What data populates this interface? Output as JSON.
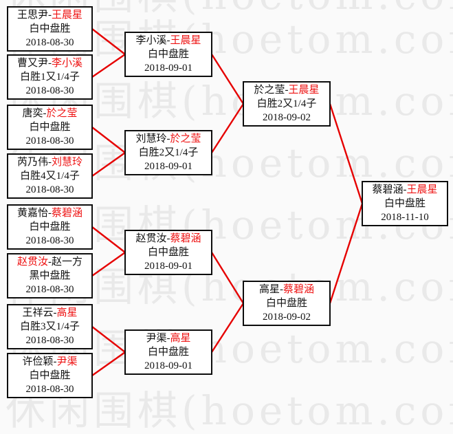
{
  "page": {
    "background_color": "#fafafa"
  },
  "watermark": {
    "text": "休闲围棋(hoetom.com)",
    "color": "#e9e9e9"
  },
  "bracket": {
    "line_color": "#e60000",
    "winner_color": "#ee1111",
    "rounds": [
      {
        "id": "round-1",
        "matches": [
          {
            "id": "r1m1",
            "p1": "王思尹",
            "p2": "王晨星",
            "winner": "p2",
            "result": "白中盘胜",
            "date": "2018-08-30"
          },
          {
            "id": "r1m2",
            "p1": "曹又尹",
            "p2": "李小溪",
            "winner": "p2",
            "result": "白胜1又1/4子",
            "date": "2018-08-30"
          },
          {
            "id": "r1m3",
            "p1": "唐奕",
            "p2": "於之莹",
            "winner": "p2",
            "result": "白中盘胜",
            "date": "2018-08-30"
          },
          {
            "id": "r1m4",
            "p1": "芮乃伟",
            "p2": "刘慧玲",
            "winner": "p2",
            "result": "白胜4又1/4子",
            "date": "2018-08-30"
          },
          {
            "id": "r1m5",
            "p1": "黄嘉怡",
            "p2": "蔡碧涵",
            "winner": "p2",
            "result": "白中盘胜",
            "date": "2018-08-30"
          },
          {
            "id": "r1m6",
            "p1": "赵贯汝",
            "p2": "赵一方",
            "winner": "p1",
            "result": "黑中盘胜",
            "date": "2018-08-30"
          },
          {
            "id": "r1m7",
            "p1": "王祥云",
            "p2": "高星",
            "winner": "p2",
            "result": "白胜3又1/4子",
            "date": "2018-08-30"
          },
          {
            "id": "r1m8",
            "p1": "许俭颖",
            "p2": "尹渠",
            "winner": "p2",
            "result": "白中盘胜",
            "date": "2018-08-30"
          }
        ]
      },
      {
        "id": "round-2",
        "matches": [
          {
            "id": "r2m1",
            "p1": "李小溪",
            "p2": "王晨星",
            "winner": "p2",
            "result": "白中盘胜",
            "date": "2018-09-01"
          },
          {
            "id": "r2m2",
            "p1": "刘慧玲",
            "p2": "於之莹",
            "winner": "p2",
            "result": "白胜2又1/4子",
            "date": "2018-09-01"
          },
          {
            "id": "r2m3",
            "p1": "赵贯汝",
            "p2": "蔡碧涵",
            "winner": "p2",
            "result": "白中盘胜",
            "date": "2018-09-01"
          },
          {
            "id": "r2m4",
            "p1": "尹渠",
            "p2": "高星",
            "winner": "p2",
            "result": "白中盘胜",
            "date": "2018-09-01"
          }
        ]
      },
      {
        "id": "semifinal",
        "matches": [
          {
            "id": "sfm1",
            "p1": "於之莹",
            "p2": "王晨星",
            "winner": "p2",
            "result": "白胜2又1/4子",
            "date": "2018-09-02"
          },
          {
            "id": "sfm2",
            "p1": "高星",
            "p2": "蔡碧涵",
            "winner": "p2",
            "result": "白中盘胜",
            "date": "2018-09-02"
          }
        ]
      },
      {
        "id": "final",
        "matches": [
          {
            "id": "fm1",
            "p1": "蔡碧涵",
            "p2": "王晨星",
            "winner": "p2",
            "result": "白中盘胜",
            "date": "2018-11-10"
          }
        ]
      }
    ]
  }
}
